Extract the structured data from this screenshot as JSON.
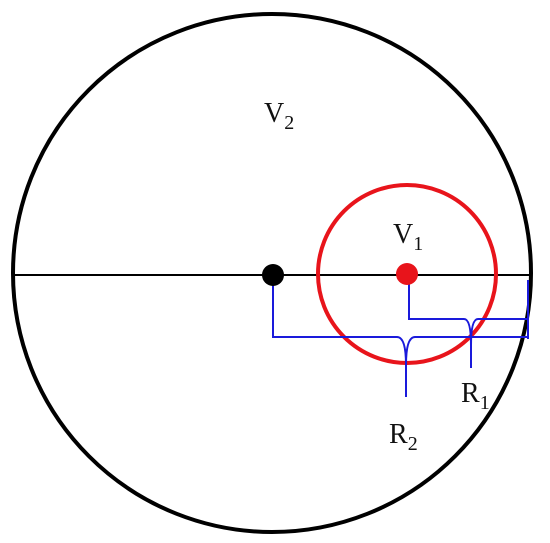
{
  "labels": {
    "v2": {
      "main": "V",
      "sub": "2"
    },
    "v1": {
      "main": "V",
      "sub": "1"
    },
    "r1": {
      "main": "R",
      "sub": "1"
    },
    "r2": {
      "main": "R",
      "sub": "2"
    }
  },
  "colors": {
    "outer_circle": "#000000",
    "inner_circle": "#e8141b",
    "bracket": "#1a1adb",
    "axis": "#000000",
    "outer_center": "#000000",
    "inner_center": "#e8141b"
  }
}
